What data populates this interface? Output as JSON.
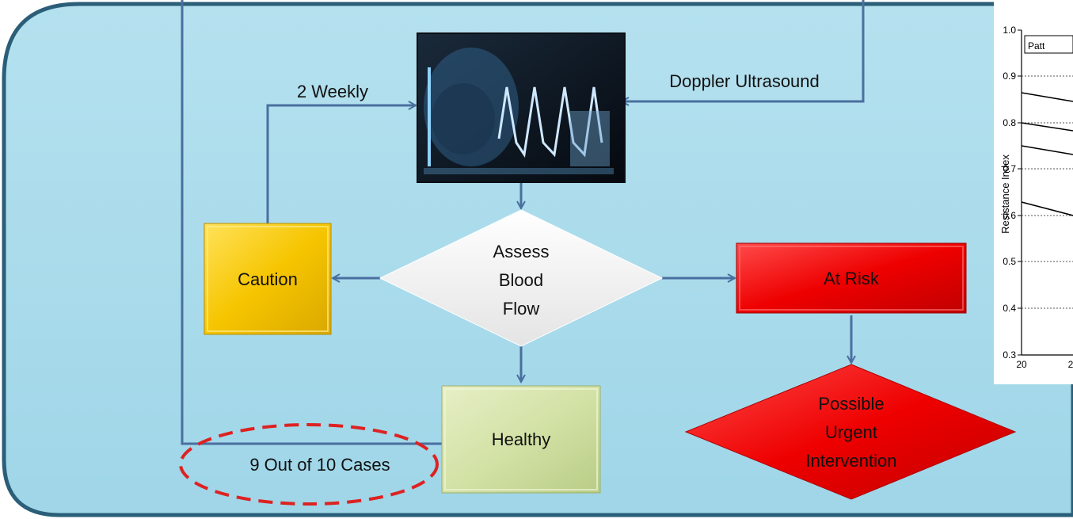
{
  "flow": {
    "labels": {
      "two_weekly": "2 Weekly",
      "doppler": "Doppler Ultrasound",
      "cases": "9 Out of 10 Cases"
    },
    "nodes": {
      "assess_line1": "Assess",
      "assess_line2": "Blood",
      "assess_line3": "Flow",
      "caution": "Caution",
      "at_risk": "At Risk",
      "healthy": "Healthy",
      "urgent_line1": "Possible",
      "urgent_line2": "Urgent",
      "urgent_line3": "Intervention"
    },
    "colors": {
      "panel": "#a3d9ea",
      "panel_border": "#2b5e78",
      "caution": "#f6c500",
      "at_risk": "#ee0000",
      "healthy": "#d3e2a6",
      "arrow": "#4a6f9f",
      "ellipse": "#dd2222"
    }
  },
  "chart": {
    "ylabel": "Resistance Index",
    "legend_partial": "Patt",
    "y_ticks": [
      "1.0",
      "0.9",
      "0.8",
      "0.7",
      "0.6",
      "0.5",
      "0.4",
      "0.3"
    ],
    "x_ticks": [
      "20",
      "2"
    ]
  }
}
